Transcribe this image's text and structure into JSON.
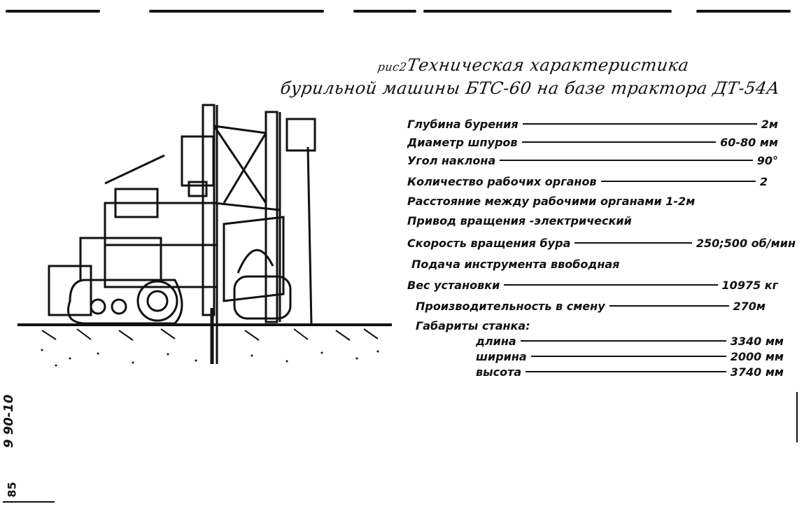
{
  "title": {
    "prefix": "рис2",
    "line1": "Техническая характеристика",
    "line2": "бурильной машины БТС-60 на базе трактора ДТ-54А"
  },
  "specs": [
    {
      "label": "Глубина бурения",
      "value": "2м"
    },
    {
      "label": "Диаметр шпуров",
      "value": "60-80 мм"
    },
    {
      "label": "Угол наклона",
      "value": "90°"
    },
    {
      "label": "Количество рабочих органов",
      "value": "2"
    },
    {
      "label": "Расстояние между рабочими органами",
      "value": "1-2м"
    },
    {
      "label": "Привод вращения",
      "value": "-электрический"
    },
    {
      "label": "Скорость вращения бура",
      "value": "250;500 об/мин"
    },
    {
      "label": "Подача инструмента",
      "value": "ввободная"
    },
    {
      "label": "Вес установки",
      "value": "10975 кг"
    },
    {
      "label": "Производительность в смену",
      "value": "270м"
    },
    {
      "label": "Габариты станка:",
      "value": ""
    },
    {
      "label": "длина",
      "value": "3340 мм"
    },
    {
      "label": "ширина",
      "value": "2000 мм"
    },
    {
      "label": "высота",
      "value": "3740 мм"
    }
  ],
  "margin": {
    "code": "9 90-10",
    "page": "85"
  }
}
